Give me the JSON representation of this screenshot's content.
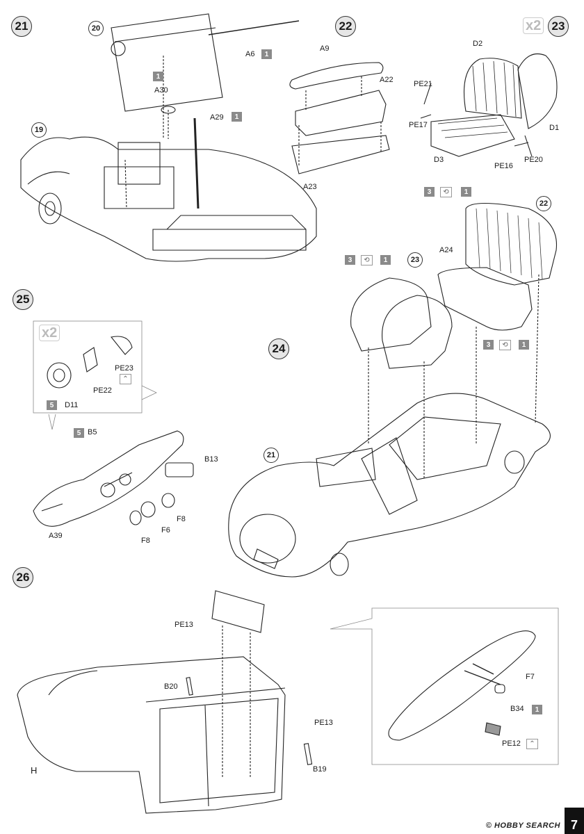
{
  "steps": {
    "s21": "21",
    "s22": "22",
    "s23": "23",
    "s24": "24",
    "s25": "25",
    "s26": "26"
  },
  "refs": {
    "r20": "20",
    "r19": "19",
    "r22": "22",
    "r23": "23",
    "r21": "21"
  },
  "qty": {
    "x2_step23": "x2",
    "x2_step25": "x2"
  },
  "sprue_numbers": {
    "one": "1",
    "three": "3",
    "five": "5"
  },
  "labels": {
    "A6": "A6",
    "A30": "A30",
    "A29": "A29",
    "A9": "A9",
    "A22": "A22",
    "A23": "A23",
    "D2": "D2",
    "PE21": "PE21",
    "PE17": "PE17",
    "D3": "D3",
    "PE16": "PE16",
    "PE20": "PE20",
    "D1": "D1",
    "A24": "A24",
    "PE23": "PE23",
    "PE22": "PE22",
    "D11": "D11",
    "B5": "B5",
    "B13": "B13",
    "A39": "A39",
    "F8a": "F8",
    "F6": "F6",
    "F8b": "F8",
    "PE13a": "PE13",
    "B20": "B20",
    "PE13b": "PE13",
    "H": "H",
    "B19": "B19",
    "F7": "F7",
    "B34": "B34",
    "PE12": "PE12"
  },
  "footer": {
    "page_number": "7",
    "watermark": "© HOBBY SEARCH"
  }
}
